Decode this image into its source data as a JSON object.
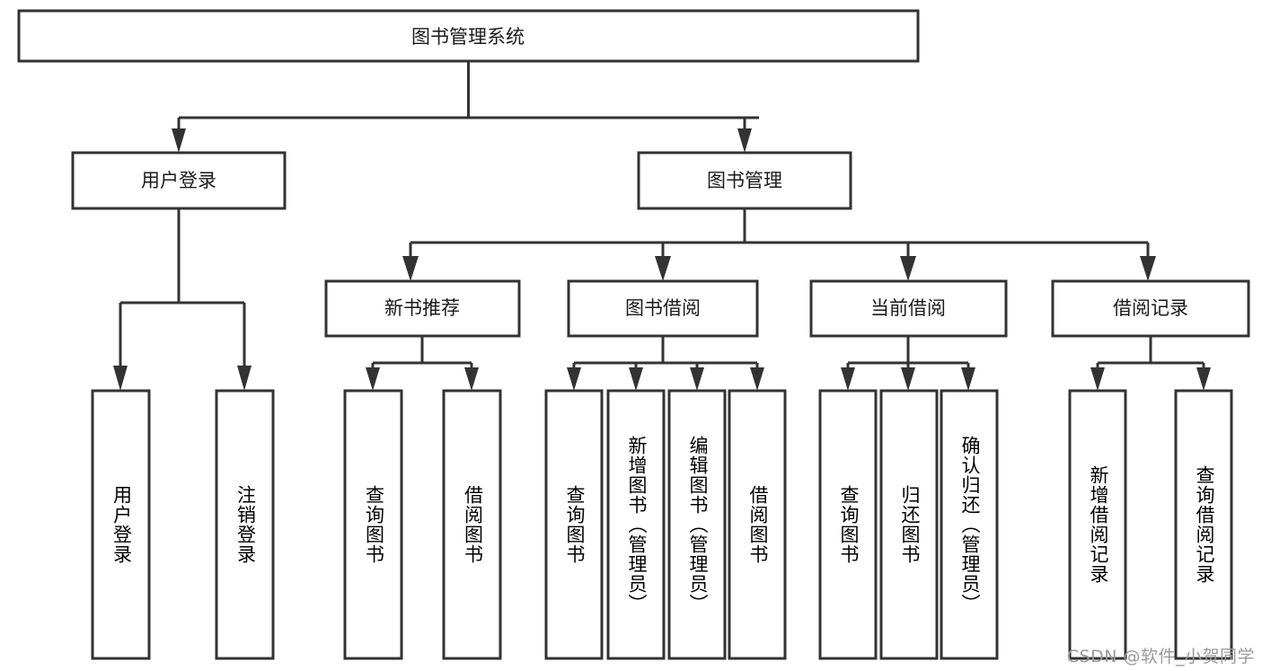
{
  "diagram": {
    "type": "tree",
    "title_node": {
      "id": "root",
      "label": "图书管理系统"
    },
    "level2": [
      {
        "id": "user-login",
        "label": "用户登录"
      },
      {
        "id": "book-manage",
        "label": "图书管理"
      }
    ],
    "level3": [
      {
        "id": "new-book-recommend",
        "label": "新书推荐",
        "parent": "book-manage"
      },
      {
        "id": "book-borrow",
        "label": "图书借阅",
        "parent": "book-manage"
      },
      {
        "id": "current-borrow",
        "label": "当前借阅",
        "parent": "book-manage"
      },
      {
        "id": "borrow-record",
        "label": "借阅记录",
        "parent": "book-manage"
      }
    ],
    "leaves": {
      "user-login": [
        {
          "id": "leaf-user-login",
          "label": "用户登录"
        },
        {
          "id": "leaf-user-logout",
          "label": "注销登录"
        }
      ],
      "new-book-recommend": [
        {
          "id": "leaf-query-book-1",
          "label": "查询图书"
        },
        {
          "id": "leaf-borrow-book-1",
          "label": "借阅图书"
        }
      ],
      "book-borrow": [
        {
          "id": "leaf-query-book-2",
          "label": "查询图书"
        },
        {
          "id": "leaf-add-book",
          "label": "新增图书（管理员）"
        },
        {
          "id": "leaf-edit-book",
          "label": "编辑图书（管理员）"
        },
        {
          "id": "leaf-borrow-book-2",
          "label": "借阅图书"
        }
      ],
      "current-borrow": [
        {
          "id": "leaf-query-book-3",
          "label": "查询图书"
        },
        {
          "id": "leaf-return-book",
          "label": "归还图书"
        },
        {
          "id": "leaf-confirm-return",
          "label": "确认归还（管理员）"
        }
      ],
      "borrow-record": [
        {
          "id": "leaf-add-record",
          "label": "新增借阅记录"
        },
        {
          "id": "leaf-query-record",
          "label": "查询借阅记录"
        }
      ]
    }
  },
  "watermark": {
    "text": "CSDN @软件_小贺同学"
  },
  "colors": {
    "box_stroke": "#333333",
    "box_fill": "#ffffff",
    "text": "#1a1a1a",
    "watermark": "#9a9a9a",
    "background": "#ffffff"
  }
}
